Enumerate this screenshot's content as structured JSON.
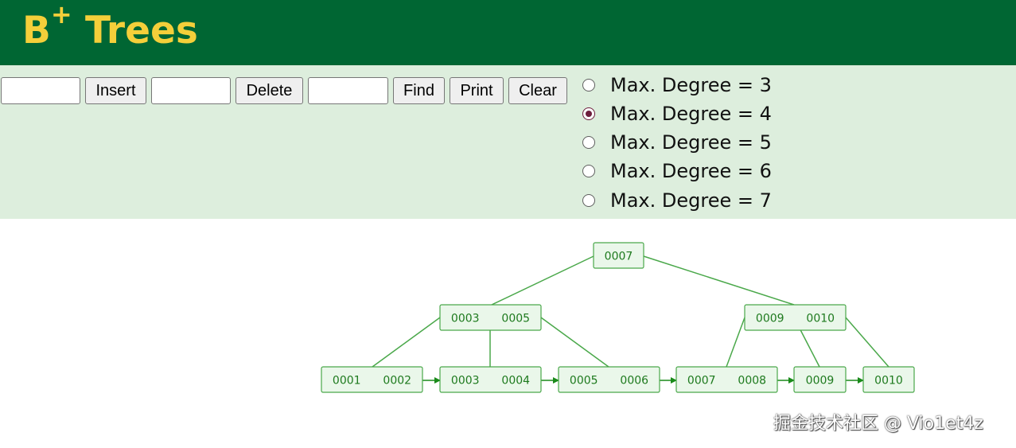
{
  "header": {
    "title": "B",
    "title_sup": "+",
    "title_rest": "Trees"
  },
  "controls": {
    "insert_label": "Insert",
    "delete_label": "Delete",
    "find_label": "Find",
    "print_label": "Print",
    "clear_label": "Clear",
    "insert_value": "",
    "delete_value": "",
    "find_value": "",
    "degree_options": [
      "Max. Degree = 3",
      "Max. Degree = 4",
      "Max. Degree = 5",
      "Max. Degree = 6",
      "Max. Degree = 7"
    ],
    "selected_degree_index": 1
  },
  "tree": {
    "root": {
      "keys": [
        "0007"
      ]
    },
    "internal": [
      {
        "keys": [
          "0003",
          "0005"
        ]
      },
      {
        "keys": [
          "0009",
          "0010"
        ]
      }
    ],
    "leaves": [
      {
        "keys": [
          "0001",
          "0002"
        ]
      },
      {
        "keys": [
          "0003",
          "0004"
        ]
      },
      {
        "keys": [
          "0005",
          "0006"
        ]
      },
      {
        "keys": [
          "0007",
          "0008"
        ]
      },
      {
        "keys": [
          "0009"
        ]
      },
      {
        "keys": [
          "0010"
        ]
      }
    ],
    "colors": {
      "stroke": "#4aa84a",
      "fill": "#eaf7ea",
      "text": "#1e7a1e",
      "arrow": "#1a8a1a"
    }
  },
  "watermark": "掘金技术社区 @ Vio1et4z"
}
